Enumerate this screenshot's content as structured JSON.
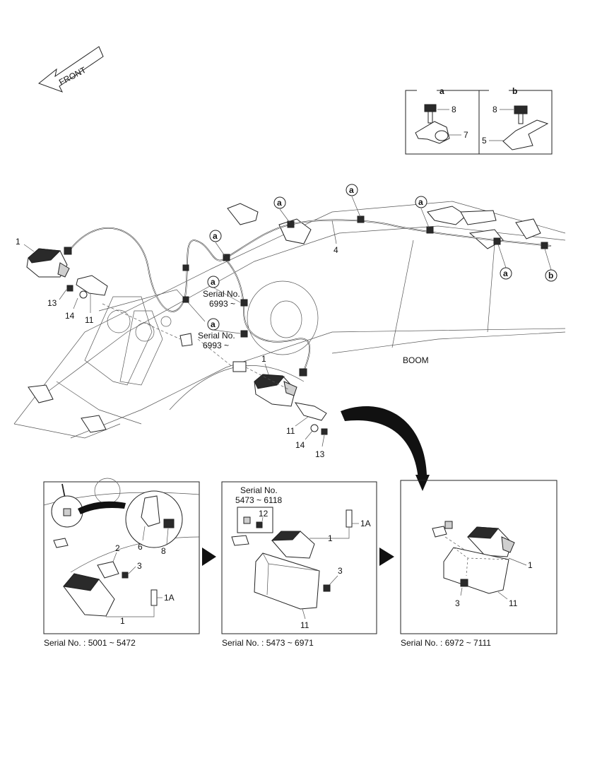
{
  "front_label": "FRONT",
  "detail_box": {
    "col_a": "a",
    "col_b": "b",
    "a_bolt": "8",
    "a_clamp": "7",
    "b_bolt": "8",
    "b_bracket": "5"
  },
  "main": {
    "callout_a": "a",
    "callout_b": "b",
    "lamp_left": "1",
    "lamp_right": "1",
    "harness": "4",
    "bracket_left": "11",
    "washer_left": "14",
    "bolt_left": "13",
    "bracket_right": "11",
    "washer_right": "14",
    "bolt_right": "13",
    "serial_1_line1": "Serial No.",
    "serial_1_line2": "6993 ~",
    "serial_2_line1": "Serial No.",
    "serial_2_line2": "6993 ~",
    "boom_label": "BOOM"
  },
  "panels": [
    {
      "caption": "Serial No. : 5001 ~ 5472",
      "labels": {
        "p2": "2",
        "p3": "3",
        "p6": "6",
        "p8": "8",
        "p1": "1",
        "p1a": "1A"
      }
    },
    {
      "header_line1": "Serial No.",
      "header_line2": "5473 ~ 6118",
      "caption": "Serial No. : 5473 ~ 6971",
      "labels": {
        "p12": "12",
        "p1a": "1A",
        "p1": "1",
        "p3": "3",
        "p11": "11"
      }
    },
    {
      "caption": "Serial No. : 6972 ~ 7111",
      "labels": {
        "p1": "1",
        "p3": "3",
        "p11": "11"
      }
    }
  ]
}
